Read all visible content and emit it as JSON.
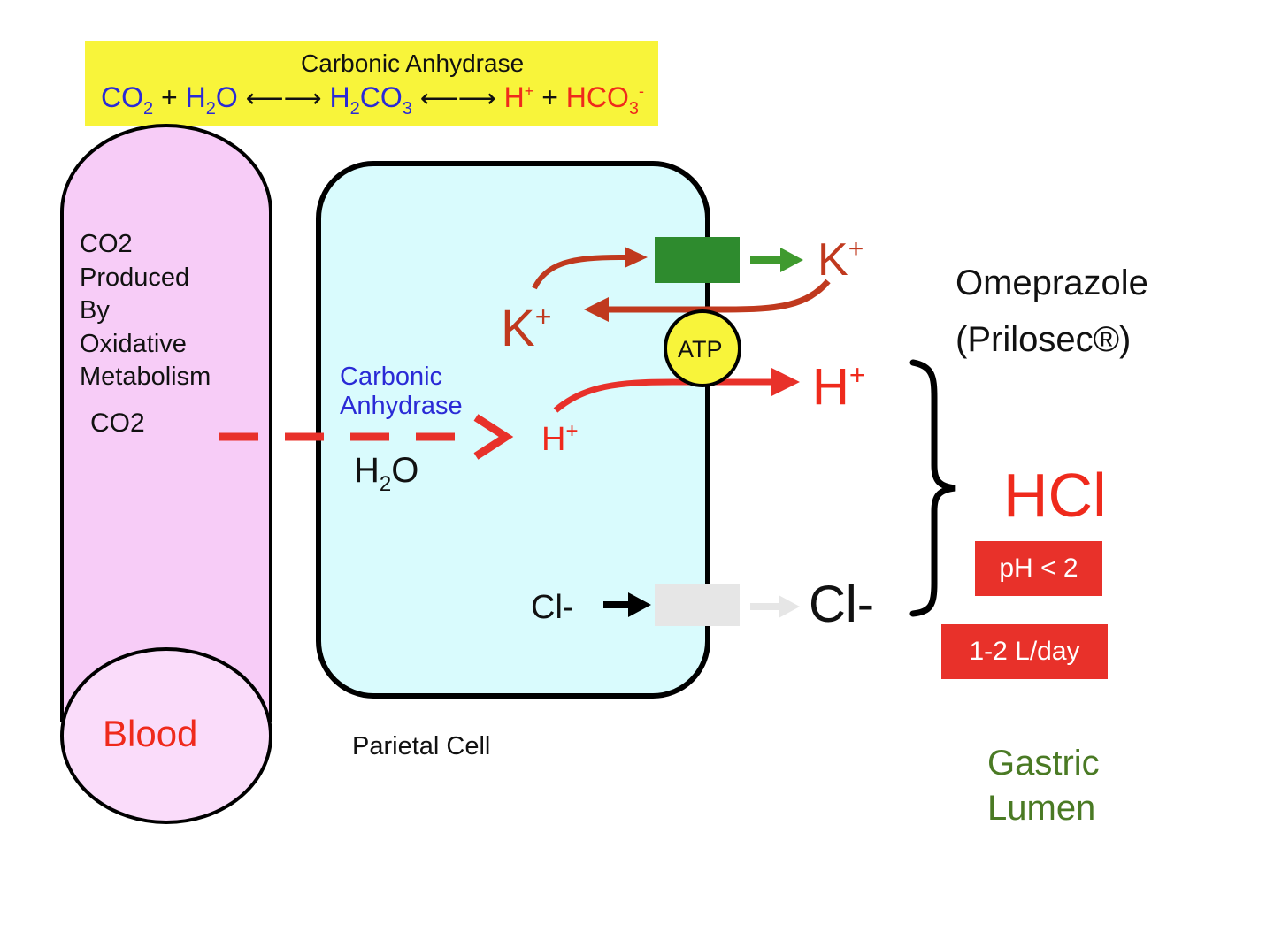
{
  "equation": {
    "enzyme_label": "Carbonic Anhydrase",
    "co2": "CO",
    "co2_sub": "2",
    "plus1": "+",
    "h2o_h": "H",
    "h2o_sub": "2",
    "h2o_o": "O",
    "arrow": "⟵⟶",
    "h2co3_h": "H",
    "h2co3_sub1": "2",
    "h2co3_co": "CO",
    "h2co3_sub2": "3",
    "h_plus": "H",
    "h_plus_sup": "+",
    "plus2": "+",
    "hco3": "HCO",
    "hco3_sub": "3",
    "hco3_sup": "-",
    "highlight_color": "#f8f43a"
  },
  "blood_vessel": {
    "description_lines": [
      "CO2",
      "Produced",
      "By",
      "Oxidative",
      "Metabolism"
    ],
    "co2_label": "CO2",
    "blood_label": "Blood",
    "fill_color": "#f7ccf7"
  },
  "parietal_cell": {
    "label": "Parietal Cell",
    "enzyme_line1": "Carbonic",
    "enzyme_line2": "Anhydrase",
    "water_h": "H",
    "water_sub": "2",
    "water_o": "O",
    "h_inside": "H",
    "h_inside_sup": "+",
    "k_inside": "K",
    "k_inside_sup": "+",
    "cl_inside": "Cl-",
    "fill_color": "#d9fbfd"
  },
  "pump": {
    "atp_label": "ATP",
    "pump_color": "#2e8b2e",
    "atp_color": "#f8f43a"
  },
  "lumen": {
    "k_out": "K",
    "k_out_sup": "+",
    "h_out": "H",
    "h_out_sup": "+",
    "cl_out": "Cl-",
    "hcl": "HCl",
    "ph_badge": "pH < 2",
    "volume_badge": "1-2 L/day",
    "drug_line1": "Omeprazole",
    "drug_line2": "(Prilosec®)",
    "gastric_line1": "Gastric",
    "gastric_line2": "Lumen",
    "gastric_color": "#4a7a24"
  }
}
